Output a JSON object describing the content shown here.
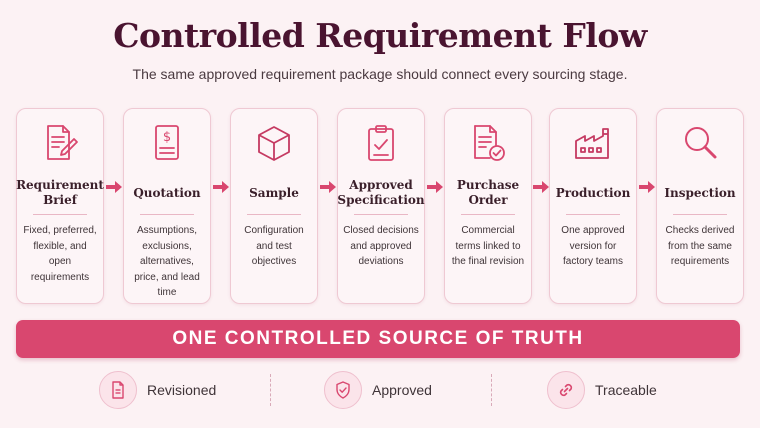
{
  "header": {
    "title": "Controlled Requirement Flow",
    "subtitle": "The same approved requirement package should connect every sourcing stage."
  },
  "stages": [
    {
      "icon": "document-pen-icon",
      "name": "Requirement Brief",
      "desc": "Fixed, preferred, flexible, and open requirements"
    },
    {
      "icon": "dollar-document-icon",
      "name": "Quotation",
      "desc": "Assumptions, exclusions, alternatives, price, and lead time"
    },
    {
      "icon": "box-icon",
      "name": "Sample",
      "desc": "Configuration and test objectives"
    },
    {
      "icon": "clipboard-check-icon",
      "name": "Approved Specification",
      "desc": "Closed decisions and approved deviations"
    },
    {
      "icon": "document-check-icon",
      "name": "Purchase Order",
      "desc": "Commercial terms linked to the final revision"
    },
    {
      "icon": "factory-icon",
      "name": "Production",
      "desc": "One approved version for factory teams"
    },
    {
      "icon": "magnifier-icon",
      "name": "Inspection",
      "desc": "Checks derived from the same requirements"
    }
  ],
  "banner": {
    "text": "ONE CONTROLLED SOURCE OF TRUTH"
  },
  "features": [
    {
      "icon": "revision-document-icon",
      "label": "Revisioned"
    },
    {
      "icon": "shield-check-icon",
      "label": "Approved"
    },
    {
      "icon": "link-icon",
      "label": "Traceable"
    }
  ],
  "colors": {
    "accent": "#d9476f",
    "title": "#4a1430",
    "background": "#fcf2f4"
  }
}
